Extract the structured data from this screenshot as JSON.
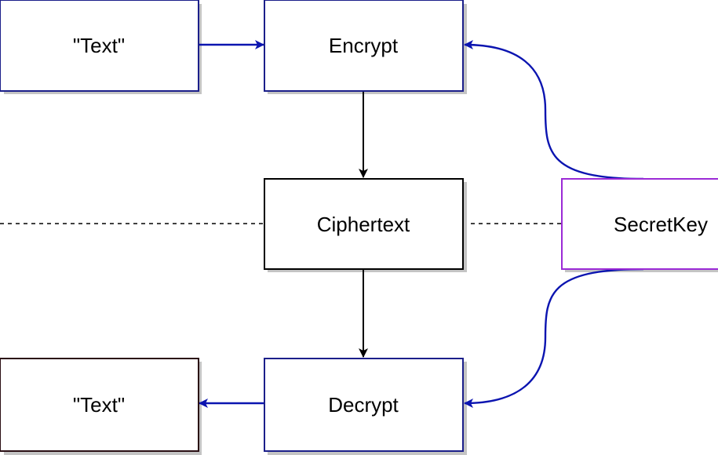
{
  "nodes": {
    "plaintext_in": {
      "label": "\"Text\""
    },
    "encrypt": {
      "label": "Encrypt"
    },
    "ciphertext": {
      "label": "Ciphertext"
    },
    "secret_key": {
      "label": "SecretKey"
    },
    "decrypt": {
      "label": "Decrypt"
    },
    "plaintext_out": {
      "label": "\"Text\""
    }
  },
  "colors": {
    "key_edge": "#0b14b0",
    "data_edge": "#000000",
    "secret_key_border": "#9b2ad6",
    "process_border": "#1b1f8a",
    "shadow": "#c4c4c4"
  }
}
